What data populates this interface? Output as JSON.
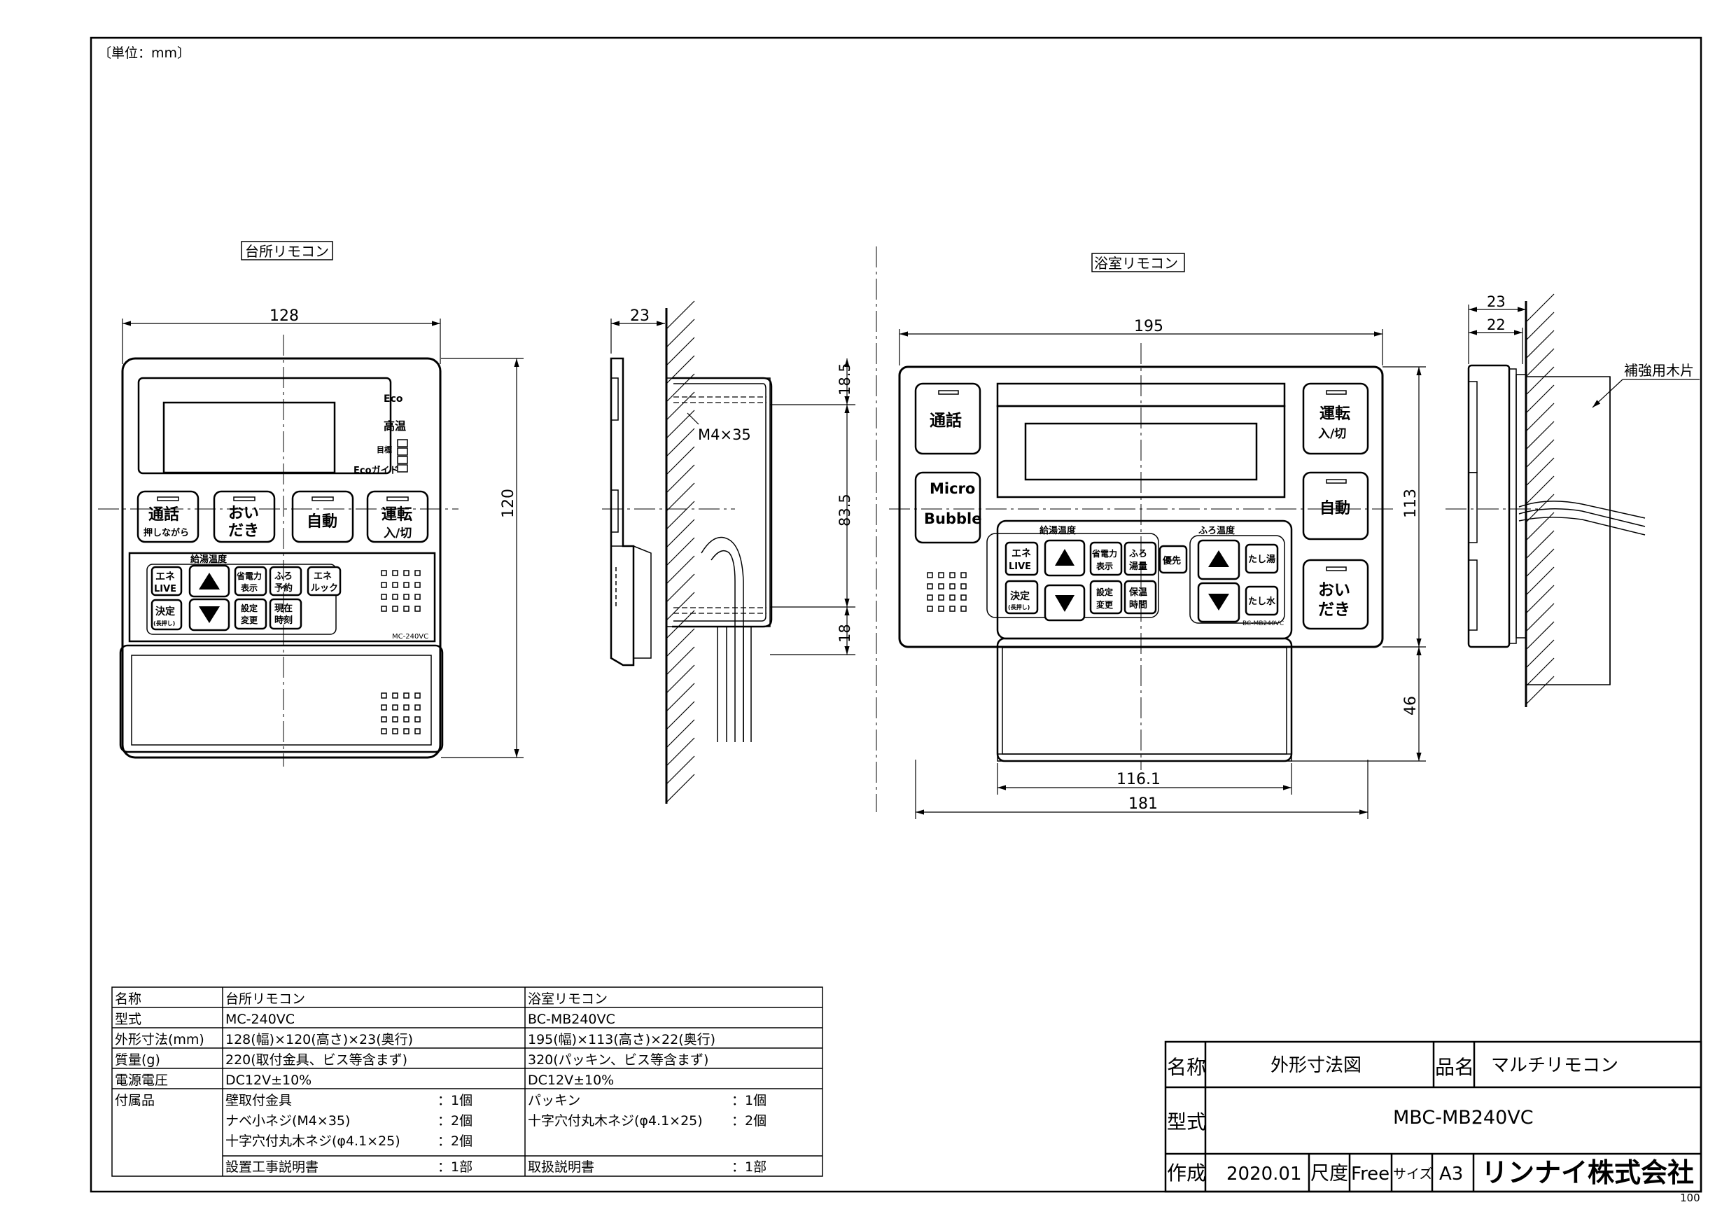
{
  "unit_note": "〔単位：mm〕",
  "page_number": "100",
  "kitchen": {
    "title": "台所リモコン",
    "dim_width": "128",
    "dim_height": "120",
    "model_label": "MC-240VC",
    "eco_label": "Eco",
    "high_temp": "高温",
    "target_label": "目標",
    "eco_guide": "Ecoガイド",
    "hot_water_temp": "給湯温度",
    "buttons": {
      "call_l1": "通話",
      "call_l2": "押しながら",
      "reheat_l1": "おい",
      "reheat_l2": "だき",
      "auto": "自動",
      "power_l1": "運転",
      "power_l2": "入/切",
      "ene_l1": "エネ",
      "ene_l2": "LIVE",
      "decide_l1": "決定",
      "decide_l2": "(長押し)",
      "save_l1": "省電力",
      "save_l2": "表示",
      "bath_l1": "ふろ",
      "bath_l2": "予約",
      "ene_look_l1": "エネ",
      "ene_look_l2": "ルック",
      "setting_l1": "設定",
      "setting_l2": "変更",
      "clock_l1": "現在",
      "clock_l2": "時刻"
    }
  },
  "kitchen_side": {
    "dim_depth": "23",
    "dim_top": "18.5",
    "dim_mid": "83.5",
    "dim_bottom": "18",
    "screw_label": "M4×35"
  },
  "bath": {
    "title": "浴室リモコン",
    "dim_width": "195",
    "dim_height": "113",
    "dim_lower": "46",
    "dim_inner": "116.1",
    "dim_bottom_width": "181",
    "model_label": "BC-MB240VC",
    "hot_water_temp": "給湯温度",
    "bath_temp": "ふろ温度",
    "buttons": {
      "call": "通話",
      "micro_l1": "Micro",
      "micro_l2": "Bubble",
      "power_l1": "運転",
      "power_l2": "入/切",
      "auto": "自動",
      "reheat_l1": "おい",
      "reheat_l2": "だき",
      "ene_l1": "エネ",
      "ene_l2": "LIVE",
      "decide_l1": "決定",
      "decide_l2": "(長押し)",
      "save_l1": "省電力",
      "save_l2": "表示",
      "volume_l1": "ふろ",
      "volume_l2": "湯量",
      "priority": "優先",
      "setting_l1": "設定",
      "setting_l2": "変更",
      "keep_l1": "保温",
      "keep_l2": "時間",
      "add_hot": "たし湯",
      "add_water": "たし水"
    }
  },
  "bath_side": {
    "dim_outer": "23",
    "dim_inner": "22",
    "reinforcement": "補強用木片"
  },
  "spec_table": {
    "header": [
      "名称",
      "台所リモコン",
      "浴室リモコン"
    ],
    "rows": [
      [
        "型式",
        "MC-240VC",
        "BC-MB240VC"
      ],
      [
        "外形寸法(mm)",
        "128(幅)×120(高さ)×23(奥行)",
        "195(幅)×113(高さ)×22(奥行)"
      ],
      [
        "質量(g)",
        "220(取付金具、ビス等含まず)",
        "320(パッキン、ビス等含まず)"
      ],
      [
        "電源電圧",
        "DC12V±10%",
        "DC12V±10%"
      ]
    ],
    "accessories_label": "付属品",
    "kitchen_accessories": [
      {
        "name": "壁取付金具",
        "qty": "：1個"
      },
      {
        "name": "ナベ小ネジ(M4×35)",
        "qty": "：2個"
      },
      {
        "name": "十字穴付丸木ネジ(φ4.1×25)",
        "qty": "：2個"
      },
      {
        "name": "設置工事説明書",
        "qty": "：1部"
      }
    ],
    "bath_accessories": [
      {
        "name": "パッキン",
        "qty": "：1個"
      },
      {
        "name": "十字穴付丸木ネジ(φ4.1×25)",
        "qty": "：2個"
      },
      {
        "name": "取扱説明書",
        "qty": "：1部"
      }
    ]
  },
  "title_block": {
    "name_label": "名称",
    "name_value": "外形寸法図",
    "product_label": "品名",
    "product_value": "マルチリモコン",
    "model_label": "型式",
    "model_value": "MBC-MB240VC",
    "created_label": "作成",
    "created_value": "2020.01",
    "scale_label": "尺度",
    "scale_value": "Free",
    "size_label": "サイズ",
    "size_value": "A3",
    "company": "リンナイ株式会社"
  }
}
